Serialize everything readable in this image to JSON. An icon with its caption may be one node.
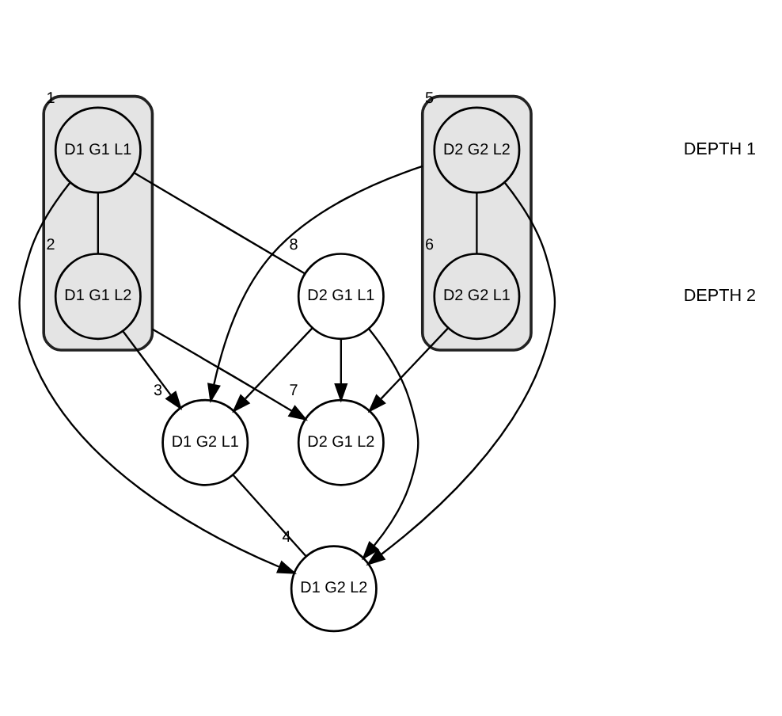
{
  "diagram": {
    "nodes": [
      {
        "text": [],
        "shape": "ellipse"
      },
      {
        "text": [
          "D1 G1 L2"
        ],
        "in": 0,
        "beside": [
          "2"
        ]
      },
      {
        "text": [
          "D1 G1 L1"
        ],
        "in": 0,
        "beside": [
          "1"
        ]
      },
      {
        "text": [
          "D1 G2 L1"
        ],
        "beside": [
          "3"
        ]
      },
      {
        "text": [
          "D1 G2 L2"
        ],
        "beside": [
          "4"
        ]
      },
      {
        "text": [
          "D2 G1 L1"
        ],
        "beside": [
          "8"
        ]
      },
      {
        "text": [
          "D2 G1 L2"
        ],
        "beside": [
          "7"
        ]
      },
      {
        "text": [],
        "shape": "ellipse"
      },
      {
        "text": [
          "D2 G2 L2"
        ],
        "in": 7,
        "beside": [
          "5"
        ]
      },
      {
        "text": [
          "D2 G2 L1"
        ],
        "in": 7,
        "beside": [
          "6"
        ]
      }
    ],
    "edges": [
      {
        "from": 1,
        "to": 3,
        "arrow": "to"
      },
      {
        "from": 2,
        "to": 1,
        "arrow": "none"
      },
      {
        "from": 2,
        "to": 4,
        "arrow": "to"
      },
      {
        "from": 3,
        "to": 4,
        "arrow": "none"
      },
      {
        "from": 8,
        "to": 4,
        "arrow": "to"
      },
      {
        "from": 8,
        "to": 9,
        "arrow": "none"
      },
      {
        "from": 7,
        "to": 3,
        "arrow": "to"
      },
      {
        "from": 5,
        "to": 3,
        "arrow": "to"
      },
      {
        "from": 5,
        "to": 4,
        "arrow": "to"
      },
      {
        "from": 2,
        "to": 5,
        "arrow": "none"
      },
      {
        "from": 0,
        "to": 6,
        "arrow": "to"
      },
      {
        "from": 5,
        "to": 6,
        "arrow": "to"
      },
      {
        "from": 9,
        "to": 6,
        "arrow": "to"
      }
    ],
    "labels": [
      "DEPTH 1",
      "DEPTH 2"
    ]
  }
}
